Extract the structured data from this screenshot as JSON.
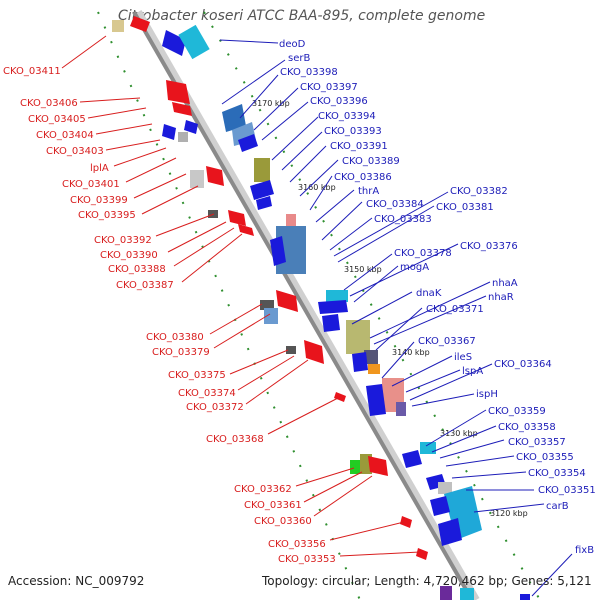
{
  "title": "Citrobacter koseri ATCC BAA-895, complete genome",
  "footer": {
    "accession": "Accession: NC_009792",
    "summary": "Topology: circular; Length: 4,720,462 bp; Genes: 5,121"
  },
  "colors": {
    "backbone": "#8a8a8a",
    "right_labels": "#1d1db8",
    "left_labels": "#d81e1e",
    "forward_genes": "#1a1adb",
    "reverse_genes": "#e8141c",
    "dotted_track": "#2f8f2f"
  },
  "scale_labels": [
    "3170 kbp",
    "3160 kbp",
    "3150 kbp",
    "3140 kbp",
    "3130 kbp",
    "3120 kbp"
  ],
  "right_labels": [
    "deoD",
    "serB",
    "CKO_03398",
    "CKO_03397",
    "CKO_03396",
    "CKO_03394",
    "CKO_03393",
    "CKO_03391",
    "CKO_03389",
    "CKO_03386",
    "thrA",
    "CKO_03384",
    "CKO_03383",
    "CKO_03382",
    "CKO_03381",
    "CKO_03378",
    "CKO_03376",
    "mogA",
    "dnaK",
    "nhaA",
    "nhaR",
    "CKO_03371",
    "CKO_03367",
    "ileS",
    "lspA",
    "CKO_03364",
    "ispH",
    "CKO_03359",
    "CKO_03358",
    "CKO_03357",
    "CKO_03355",
    "CKO_03354",
    "CKO_03351",
    "carB",
    "fixB"
  ],
  "left_labels": [
    "CKO_03411",
    "CKO_03406",
    "CKO_03405",
    "CKO_03404",
    "CKO_03403",
    "lplA",
    "CKO_03401",
    "CKO_03399",
    "CKO_03395",
    "CKO_03392",
    "CKO_03390",
    "CKO_03388",
    "CKO_03387",
    "CKO_03380",
    "CKO_03379",
    "CKO_03375",
    "CKO_03374",
    "CKO_03372",
    "CKO_03368",
    "CKO_03362",
    "CKO_03361",
    "CKO_03360",
    "CKO_03356",
    "CKO_03353"
  ]
}
